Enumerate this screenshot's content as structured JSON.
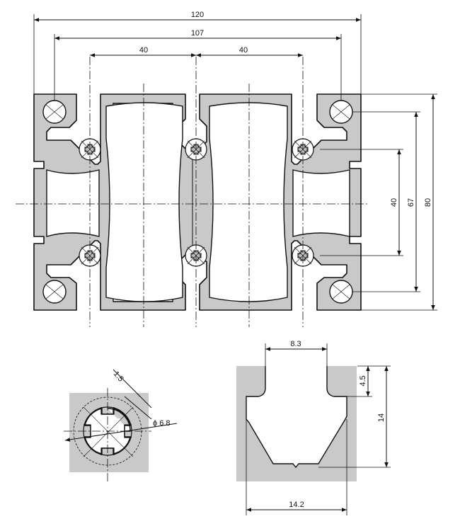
{
  "main_view": {
    "dim_overall_width": "120",
    "dim_slot_span": "107",
    "dim_pitch_left": "40",
    "dim_pitch_right": "40",
    "dim_height_inner": "40",
    "dim_height_slots": "67",
    "dim_height_overall": "80"
  },
  "core_detail": {
    "dim_wall": "1.5",
    "dim_hole_diameter": "ϕ 6.8"
  },
  "slot_detail": {
    "dim_slot_opening": "8.3",
    "dim_lip_thickness": "4.5",
    "dim_slot_depth": "14",
    "dim_slot_inner_width": "14.2"
  }
}
